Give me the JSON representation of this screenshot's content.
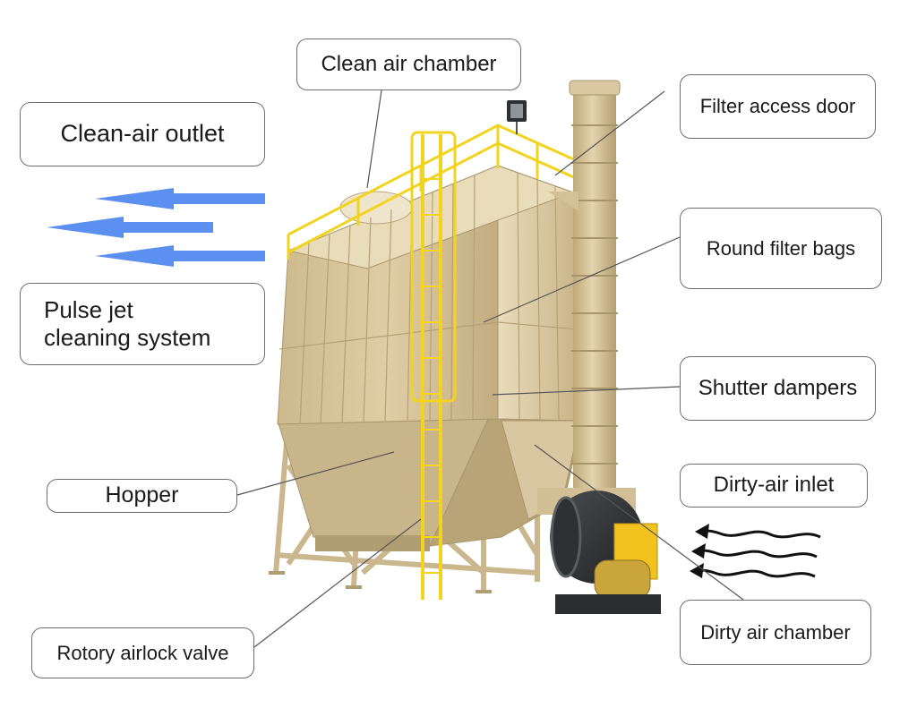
{
  "figure": {
    "subject": "Baghouse dust collector"
  },
  "labels": {
    "clean_air_chamber": "Clean air chamber",
    "clean_air_outlet": "Clean-air outlet",
    "pulse_jet_line1": "Pulse jet",
    "pulse_jet_line2": "cleaning system",
    "hopper": "Hopper",
    "rotary_airlock_valve": "Rotory airlock valve",
    "filter_access_door": "Filter access door",
    "round_filter_bags": "Round filter bags",
    "shutter_dampers": "Shutter dampers",
    "dirty_air_inlet": "Dirty-air inlet",
    "dirty_air_chamber": "Dirty air chamber"
  },
  "colors": {
    "body": "#d7c49a",
    "body_shade": "#bfa97a",
    "body_light": "#e6d7b2",
    "ladder": "#f2d41e",
    "fan_dark": "#2b2d2f",
    "motor": "#c9a53c",
    "arrow_blue": "#5b90f0",
    "leader": "#555555",
    "border": "#6e6e6e"
  }
}
